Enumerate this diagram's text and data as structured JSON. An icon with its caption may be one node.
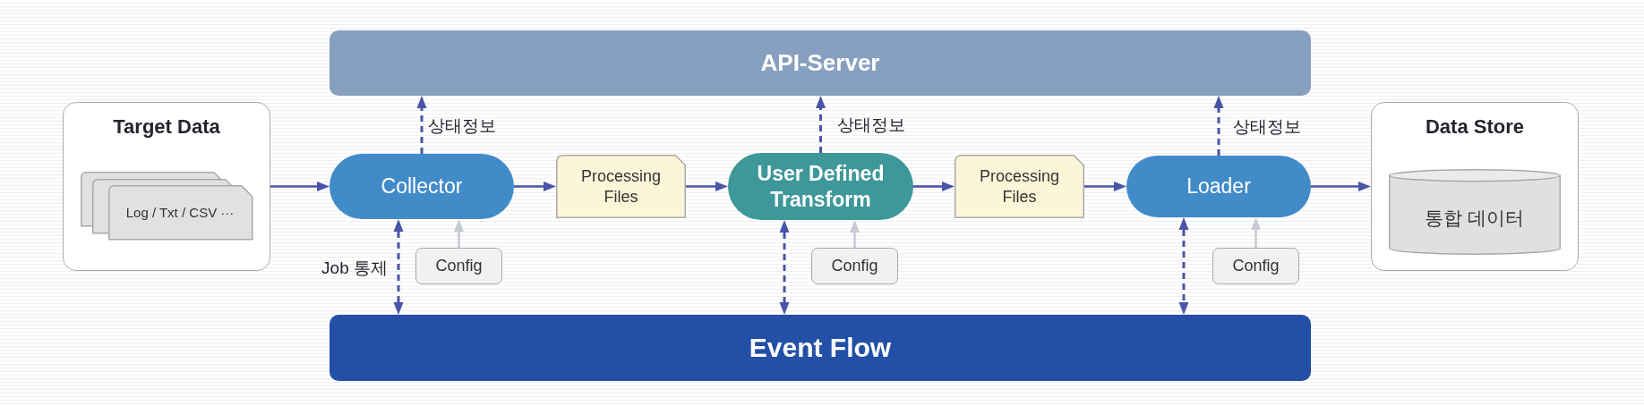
{
  "diagram": {
    "nodes": [
      {
        "text": [
          "API-Server"
        ]
      },
      {
        "text": [
          "Target Data"
        ]
      },
      {
        "text": [
          "Log / Txt / CSV ···"
        ],
        "in": 1
      },
      {
        "text": [
          "Collector"
        ]
      },
      {
        "text": [
          "Processing Files"
        ]
      },
      {
        "text": [
          "User Defined Transform"
        ]
      },
      {
        "text": [
          "Processing Files"
        ]
      },
      {
        "text": [
          "Loader"
        ]
      },
      {
        "text": [
          "Data Store"
        ]
      },
      {
        "text": [
          "통합 데이터"
        ],
        "in": 8
      },
      {
        "text": [
          "Config"
        ]
      },
      {
        "text": [
          "Config"
        ]
      },
      {
        "text": [
          "Config"
        ]
      },
      {
        "text": [
          "Event Flow"
        ]
      }
    ],
    "edges": [
      {
        "from": 1,
        "to": 3,
        "arrow": "to"
      },
      {
        "from": 3,
        "to": 4,
        "arrow": "to"
      },
      {
        "from": 4,
        "to": 5,
        "arrow": "to"
      },
      {
        "from": 5,
        "to": 6,
        "arrow": "to"
      },
      {
        "from": 6,
        "to": 7,
        "arrow": "to"
      },
      {
        "from": 7,
        "to": 8,
        "arrow": "to"
      },
      {
        "from": 3,
        "to": 0,
        "arrow": "to",
        "label": "상태정보",
        "style": "dashed"
      },
      {
        "from": 5,
        "to": 0,
        "arrow": "to",
        "label": "상태정보",
        "style": "dashed"
      },
      {
        "from": 7,
        "to": 0,
        "arrow": "to",
        "label": "상태정보",
        "style": "dashed"
      },
      {
        "from": 3,
        "to": 13,
        "arrow": "both",
        "label": "Job 통제",
        "style": "dashed"
      },
      {
        "from": 5,
        "to": 13,
        "arrow": "both",
        "style": "dashed"
      },
      {
        "from": 7,
        "to": 13,
        "arrow": "both",
        "style": "dashed"
      },
      {
        "from": 10,
        "to": 3,
        "arrow": "to",
        "color": "#c8cbd3"
      },
      {
        "from": 11,
        "to": 5,
        "arrow": "to",
        "color": "#c8cbd3"
      },
      {
        "from": 12,
        "to": 7,
        "arrow": "to",
        "color": "#c8cbd3"
      }
    ]
  }
}
